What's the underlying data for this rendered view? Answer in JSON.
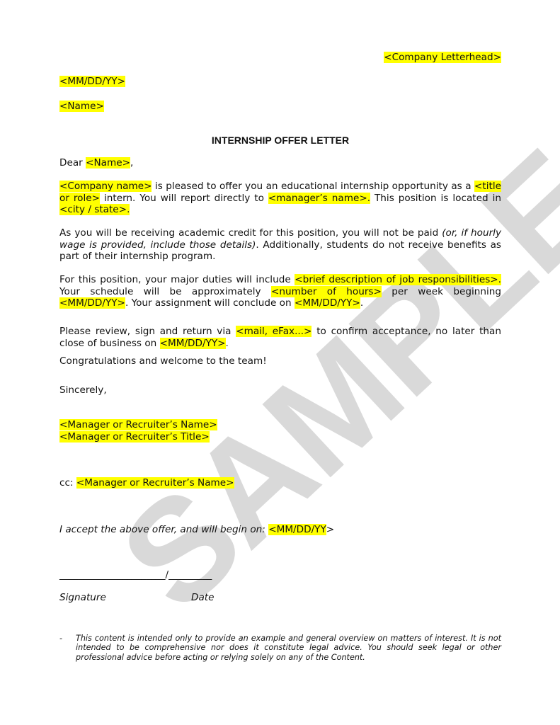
{
  "watermark": "SAMPLE",
  "highlight_color": "#ffff00",
  "letterhead": "<Company Letterhead>",
  "date": "<MM/DD/YY>",
  "recipient": "<Name>",
  "title": "INTERNSHIP OFFER LETTER",
  "paragraphs": [
    {
      "id": "greeting",
      "segments": [
        {
          "t": "Dear "
        },
        {
          "t": "<Name>",
          "hl": true
        },
        {
          "t": ","
        }
      ]
    },
    {
      "id": "offer",
      "segments": [
        {
          "t": "<Company name>",
          "hl": true
        },
        {
          "t": " is pleased to offer you an educational internship opportunity as a "
        },
        {
          "t": "<title or role>",
          "hl": true
        },
        {
          "t": " intern. You will report directly to "
        },
        {
          "t": "<manager’s name>.",
          "hl": true
        },
        {
          "t": " This position is located in "
        },
        {
          "t": "<city / state>.",
          "hl": true
        }
      ]
    },
    {
      "id": "credit",
      "segments": [
        {
          "t": "As you will be receiving academic credit for this position, you will not be paid "
        },
        {
          "t": "(or, if hourly wage is provided, include those details)",
          "it": true
        },
        {
          "t": ". Additionally, students do not receive benefits as part of their internship program."
        }
      ]
    },
    {
      "id": "duties",
      "segments": [
        {
          "t": "For this position, your major duties will include "
        },
        {
          "t": "<brief description of job responsibilities>.",
          "hl": true
        },
        {
          "t": " Your schedule will be approximately "
        },
        {
          "t": "<number of hours>",
          "hl": true
        },
        {
          "t": " per week beginning "
        },
        {
          "t": "<MM/DD/YY>",
          "hl": true
        },
        {
          "t": ". Your assignment will conclude on "
        },
        {
          "t": "<MM/DD/YY>",
          "hl": true
        },
        {
          "t": "."
        }
      ]
    },
    {
      "id": "review",
      "segments": [
        {
          "t": "Please review, sign and return via "
        },
        {
          "t": "<mail, eFax...>",
          "hl": true
        },
        {
          "t": " to confirm acceptance, no later than close of business on "
        },
        {
          "t": "<MM/DD/YY>",
          "hl": true
        },
        {
          "t": "."
        }
      ]
    },
    {
      "id": "congrats",
      "segments": [
        {
          "t": "Congratulations and welcome to the team!"
        }
      ]
    },
    {
      "id": "closing",
      "segments": [
        {
          "t": "Sincerely,"
        }
      ]
    },
    {
      "id": "signer-name",
      "segments": [
        {
          "t": "<Manager or Recruiter’s Name>",
          "hl": true
        }
      ]
    },
    {
      "id": "signer-title",
      "segments": [
        {
          "t": "<Manager or Recruiter’s Title>",
          "hl": true
        }
      ]
    },
    {
      "id": "cc",
      "segments": [
        {
          "t": "cc:  "
        },
        {
          "t": "<Manager or Recruiter’s Name>",
          "hl": true
        }
      ]
    },
    {
      "id": "accept",
      "segments": [
        {
          "t": "I accept the above offer, and will begin on: ",
          "it": true
        },
        {
          "t": "<MM/DD/YY",
          "hl": true
        },
        {
          "t": ">"
        }
      ]
    },
    {
      "id": "sign-line",
      "segments": [
        {
          "t": "______________________/_________"
        }
      ]
    }
  ],
  "signature_label": "Signature",
  "date_label": "Date",
  "disclaimer_dash": "-",
  "disclaimer": "This content is intended only to provide an example and general overview on matters of interest. It is not intended to be comprehensive nor does it constitute legal advice. You should seek legal or other professional advice before acting or relying solely on any of the Content."
}
